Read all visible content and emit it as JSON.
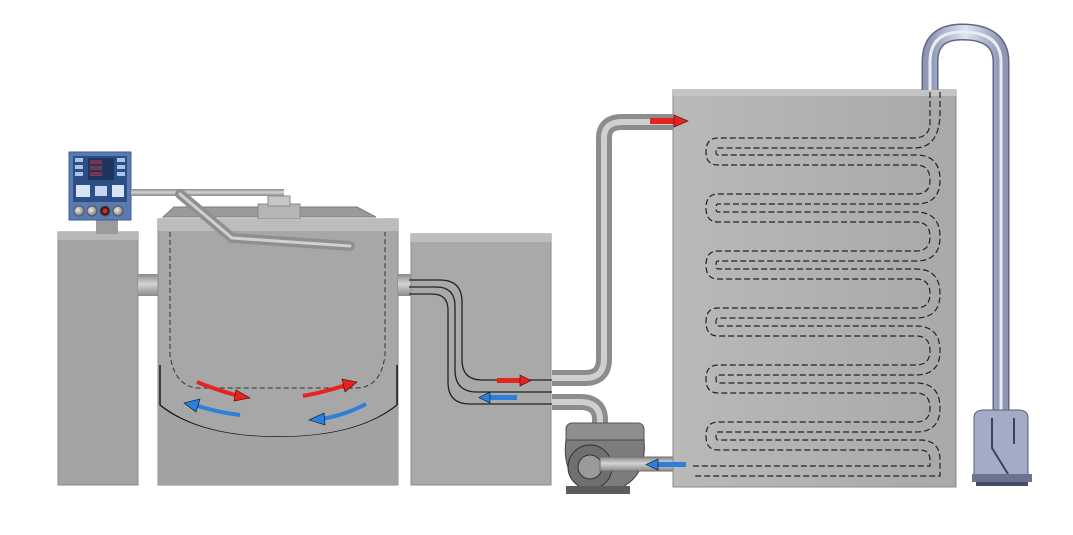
{
  "colors": {
    "background": "#ffffff",
    "panel_face": "#a5a5a5",
    "panel_side": "#8f8f8f",
    "tank_face": "#b3b3b1",
    "pipe": "#a2a2a2",
    "pipe_highlight": "#d6d6d6",
    "hot_flow": "#e52420",
    "cold_flow": "#2d7fd8",
    "control_screen": "#2d4f86",
    "control_digits": "#ff3b3b",
    "suction_pipe": "#b4bbd2"
  },
  "flows": [
    {
      "name": "hot",
      "color_key": "hot_flow"
    },
    {
      "name": "cold",
      "color_key": "cold_flow"
    }
  ],
  "icons": [
    "control-panel-icon",
    "pump-icon",
    "receiver-icon"
  ]
}
